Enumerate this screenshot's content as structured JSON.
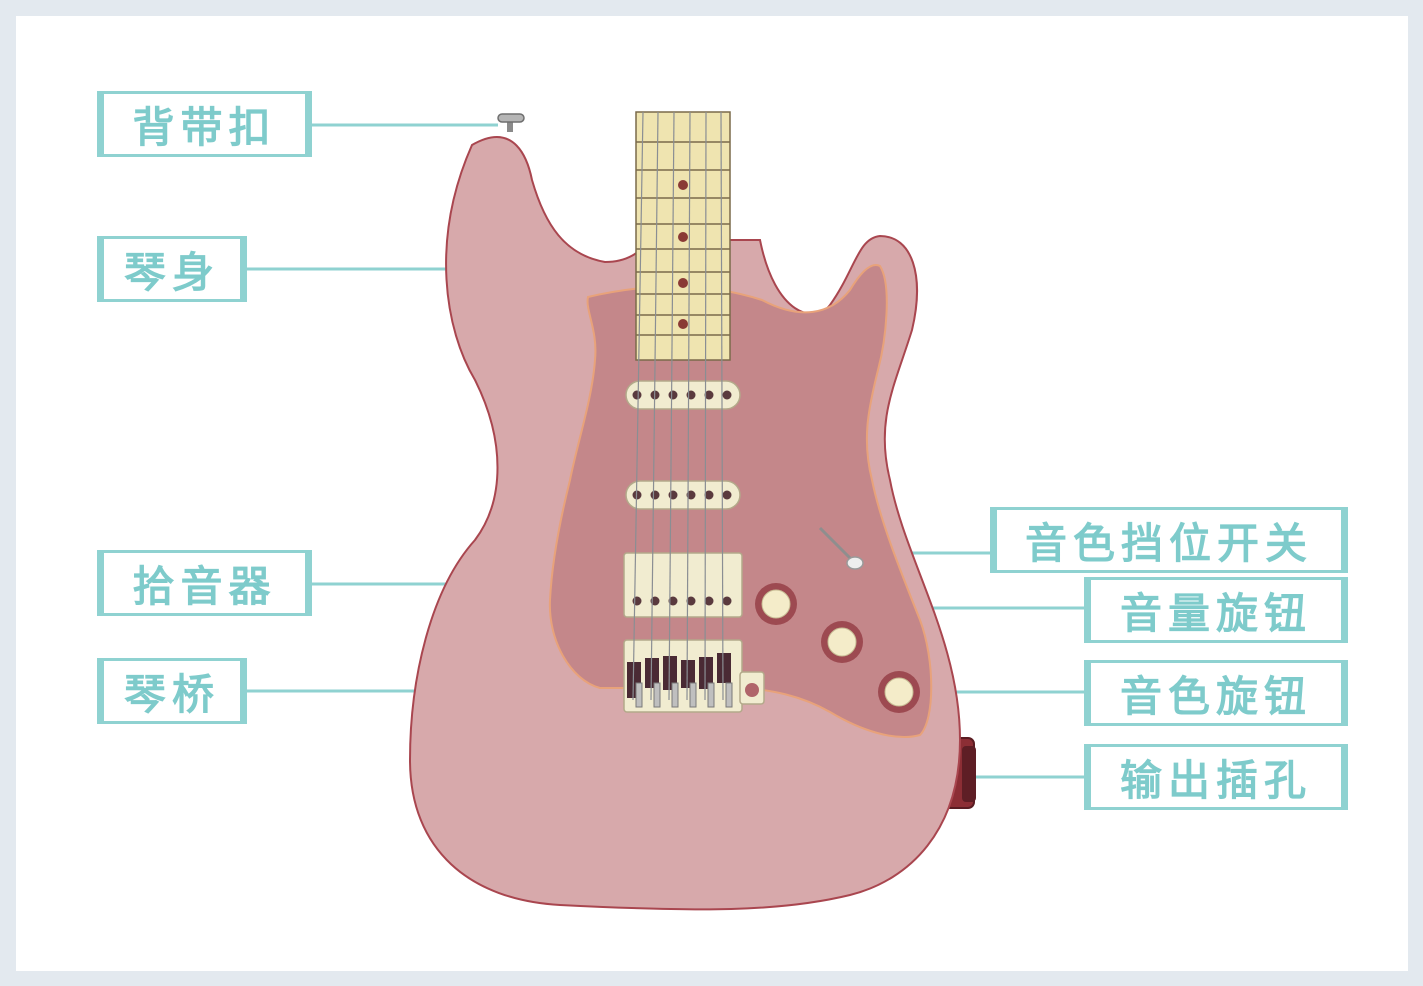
{
  "labels": {
    "strap_button": "背带扣",
    "body": "琴身",
    "pickup": "拾音器",
    "bridge": "琴桥",
    "selector_switch": "音色挡位开关",
    "volume_knob": "音量旋钮",
    "tone_knob": "音色旋钮",
    "output_jack": "输出插孔"
  },
  "colors": {
    "background": "#e3e9ef",
    "body": "#d7a9ab",
    "body_outline": "#a9464f",
    "pickguard": "#c4878a",
    "pickguard_outline": "#e8a27a",
    "fretboard": "#efe4b0",
    "pickup": "#f1ecd0",
    "label_accent": "#8fd2d1",
    "label_text": "#7ecbcb",
    "leader_line": "#8fd2d1"
  }
}
